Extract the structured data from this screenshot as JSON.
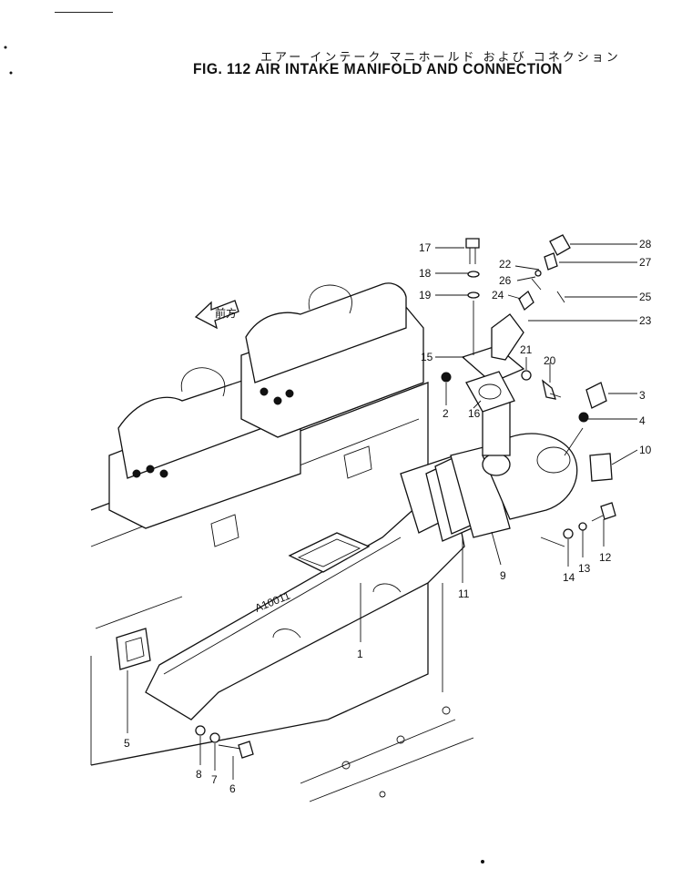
{
  "figure": {
    "title_jp": "エアー インテーク マニホールド および コネクション",
    "title_en": "FIG. 112  AIR INTAKE MANIFOLD AND CONNECTION",
    "casting_mark": "A10011",
    "front_arrow_label": "前方"
  },
  "callouts": [
    {
      "id": "c1",
      "label": "1"
    },
    {
      "id": "c2",
      "label": "2"
    },
    {
      "id": "c3",
      "label": "3"
    },
    {
      "id": "c4",
      "label": "4"
    },
    {
      "id": "c5",
      "label": "5"
    },
    {
      "id": "c6",
      "label": "6"
    },
    {
      "id": "c7",
      "label": "7"
    },
    {
      "id": "c8",
      "label": "8"
    },
    {
      "id": "c9",
      "label": "9"
    },
    {
      "id": "c10",
      "label": "10"
    },
    {
      "id": "c11",
      "label": "11"
    },
    {
      "id": "c12",
      "label": "12"
    },
    {
      "id": "c13",
      "label": "13"
    },
    {
      "id": "c14",
      "label": "14"
    },
    {
      "id": "c15",
      "label": "15"
    },
    {
      "id": "c16",
      "label": "16"
    },
    {
      "id": "c17",
      "label": "17"
    },
    {
      "id": "c18",
      "label": "18"
    },
    {
      "id": "c19",
      "label": "19"
    },
    {
      "id": "c20",
      "label": "20"
    },
    {
      "id": "c21",
      "label": "21"
    },
    {
      "id": "c22",
      "label": "22"
    },
    {
      "id": "c23",
      "label": "23"
    },
    {
      "id": "c24",
      "label": "24"
    },
    {
      "id": "c25",
      "label": "25"
    },
    {
      "id": "c26",
      "label": "26"
    },
    {
      "id": "c27",
      "label": "27"
    },
    {
      "id": "c28",
      "label": "28"
    }
  ]
}
